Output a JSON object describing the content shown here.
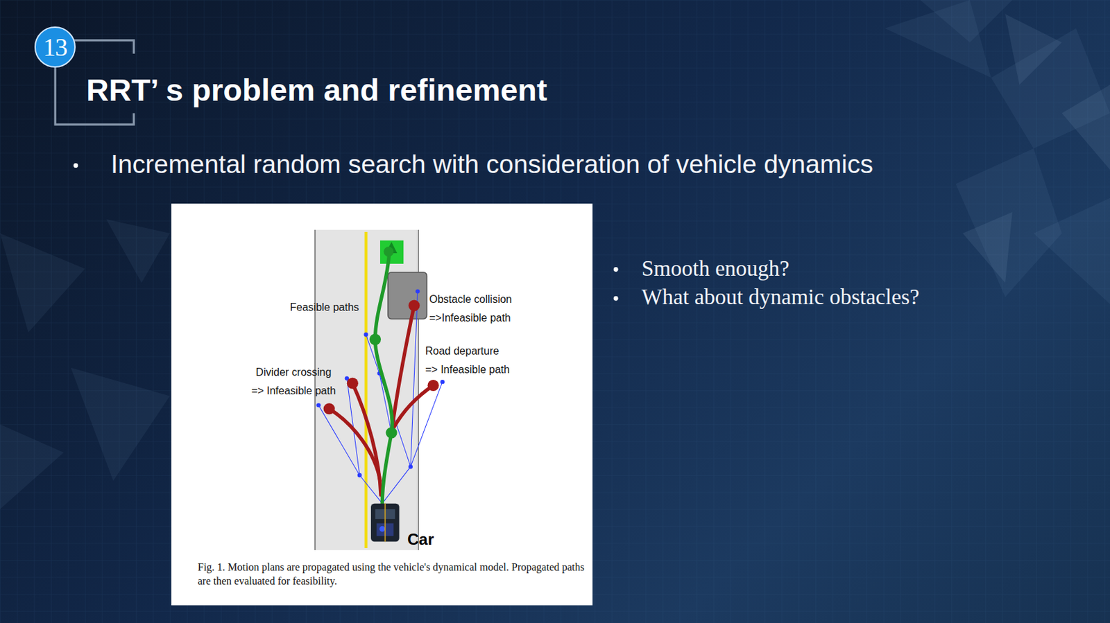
{
  "diagram": {
    "title": "RRT’ s problem and refinement",
    "caption": "Fig. 1.   Motion plans are propagated using the vehicle's dynamical model. Propagated paths are then evaluated for feasibility.",
    "nodes": [
      {
        "text": [
          "13"
        ]
      }
    ],
    "labels": [
      "Incremental random search with consideration of vehicle dynamics",
      "Feasible paths",
      "Obstacle collision =>Infeasible path",
      "Road departure => Infeasible path",
      "Divider crossing => Infeasible path",
      "Car",
      "Smooth enough?",
      "What about dynamic obstacles?"
    ]
  }
}
